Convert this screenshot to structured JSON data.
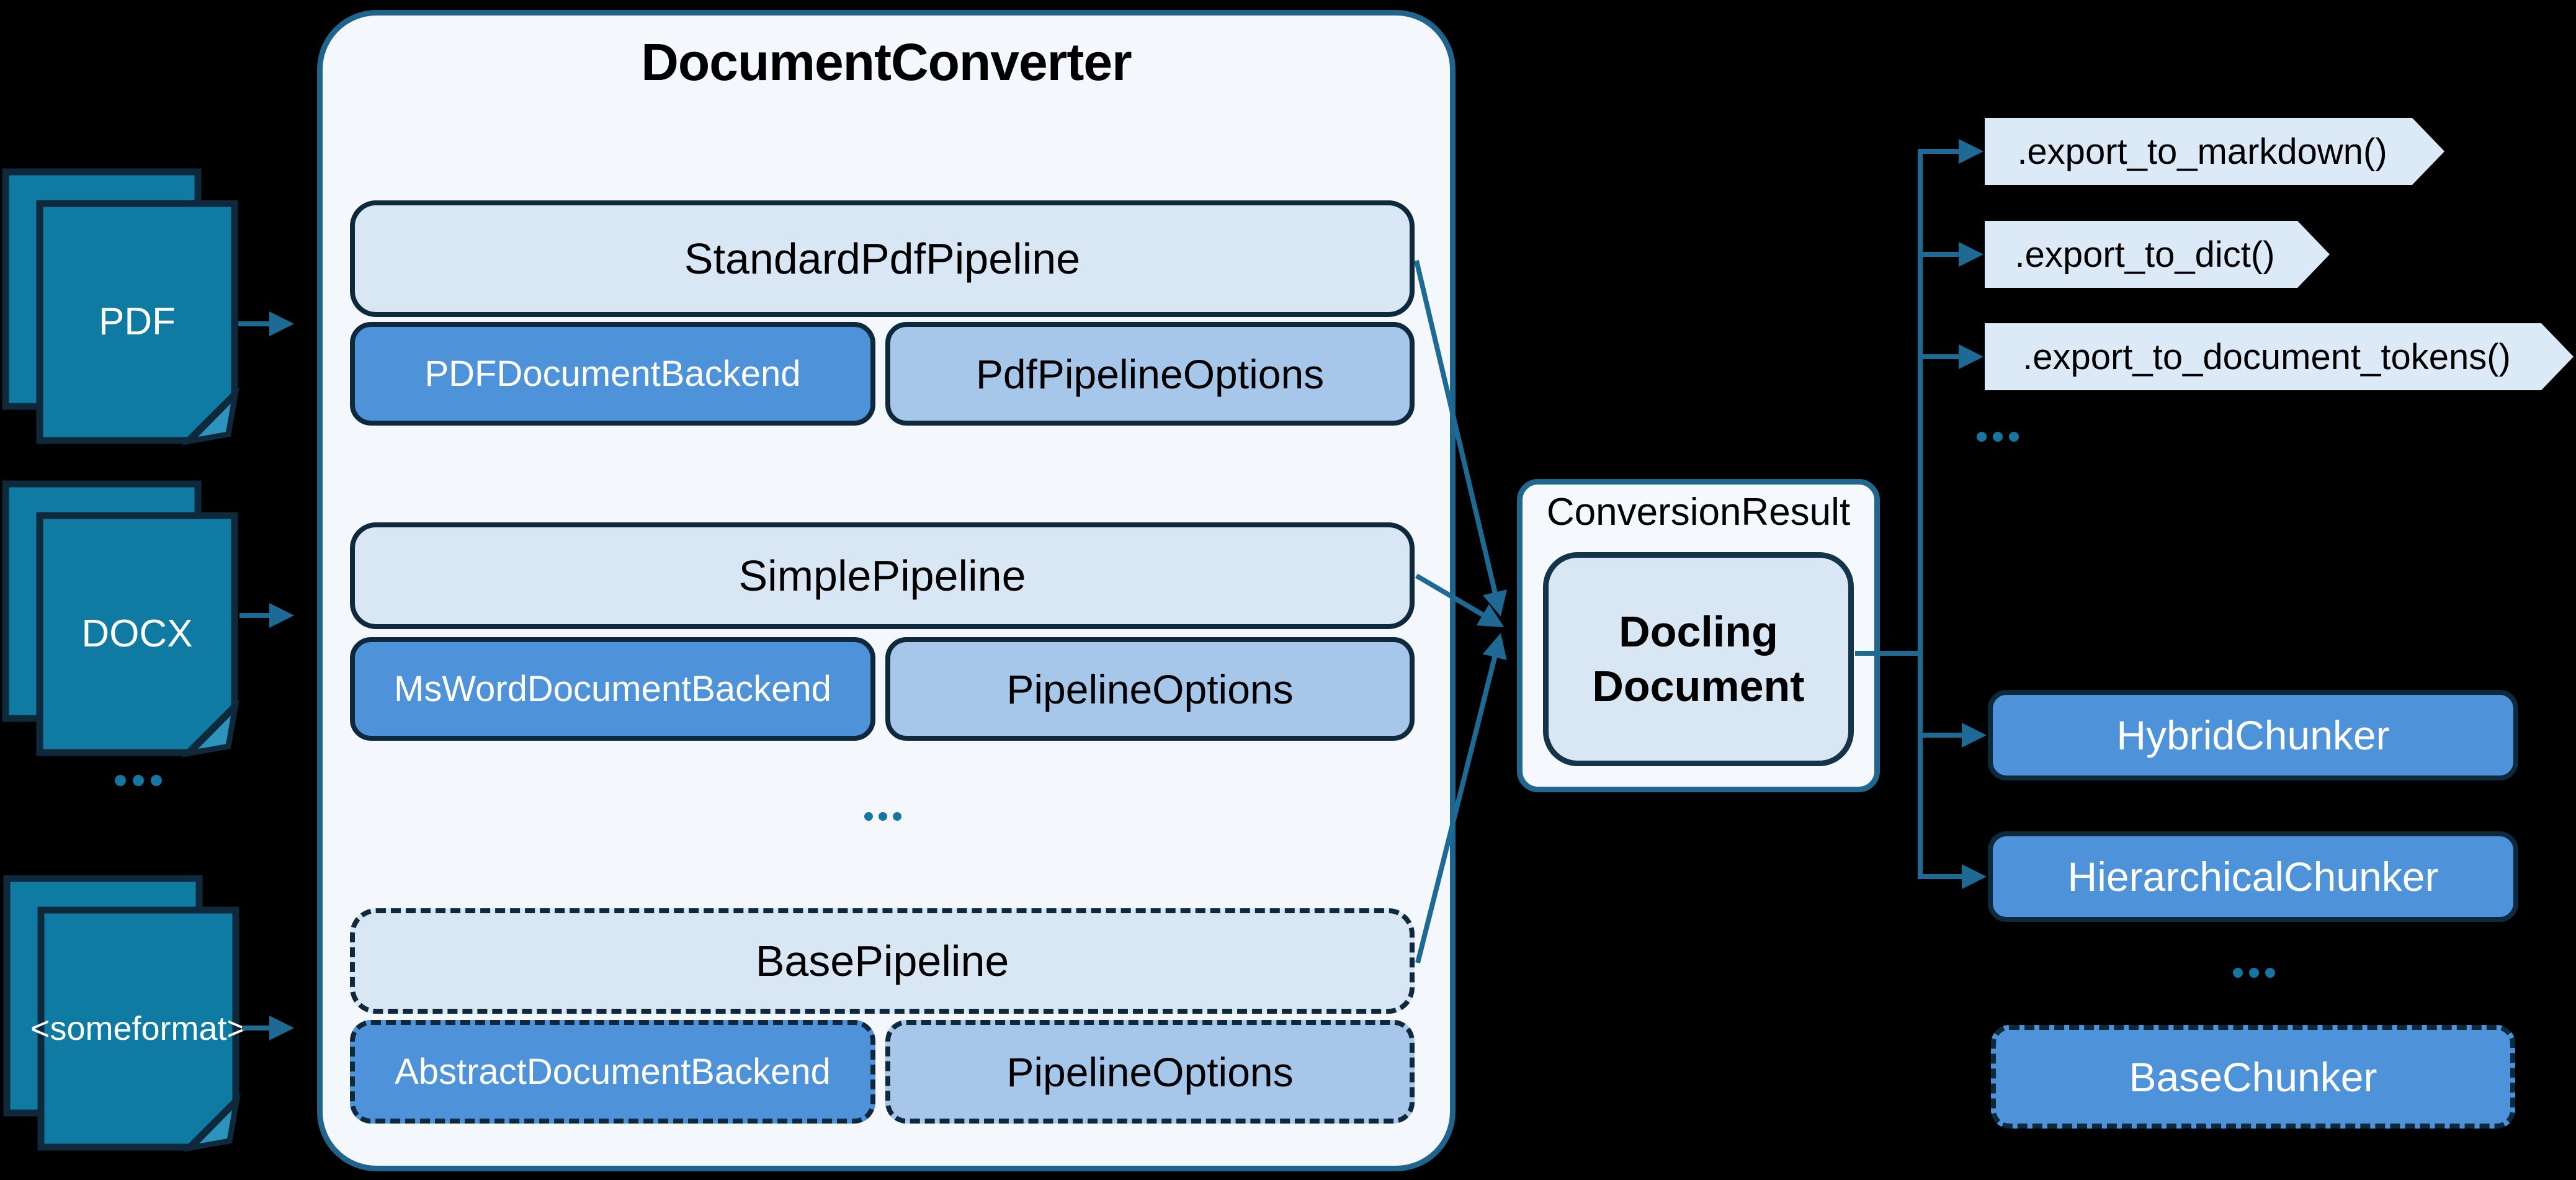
{
  "sources": [
    {
      "label": "PDF"
    },
    {
      "label": "DOCX"
    },
    {
      "label": "<some format>",
      "line1": "<some",
      "line2": "format>"
    }
  ],
  "source_ellipsis": "...",
  "converter": {
    "title": "DocumentConverter",
    "ellipsis": "...",
    "pipelines": [
      {
        "name": "StandardPdfPipeline",
        "backend": "PDFDocumentBackend",
        "options": "PdfPipelineOptions"
      },
      {
        "name": "SimplePipeline",
        "backend": "MsWordDocumentBackend",
        "options": "PipelineOptions"
      },
      {
        "name": "BasePipeline",
        "backend": "AbstractDocumentBackend",
        "options": "PipelineOptions"
      }
    ]
  },
  "result": {
    "label": "ConversionResult",
    "document_line1": "Docling",
    "document_line2": "Document"
  },
  "exports": {
    "items": [
      ".export_to_markdown()",
      ".export_to_dict()",
      ".export_to_document_tokens()"
    ],
    "ellipsis": "..."
  },
  "chunkers": {
    "items": [
      "HybridChunker",
      "HierarchicalChunker",
      "BaseChunker"
    ],
    "ellipsis": "..."
  },
  "colors": {
    "background": "#000000",
    "container_fill": "#F4F7FC",
    "container_border": "#1F648C",
    "box_light_fill": "#D9E7F5",
    "options_fill": "#A6C7E9",
    "backend_blue": "#4E93DA",
    "navy_border": "#0E293B",
    "arrow_teal": "#1D6A94",
    "document_teal": "#0F7BA3",
    "fold_teal": "#2B93BC",
    "dots_teal": "#1576A4"
  }
}
